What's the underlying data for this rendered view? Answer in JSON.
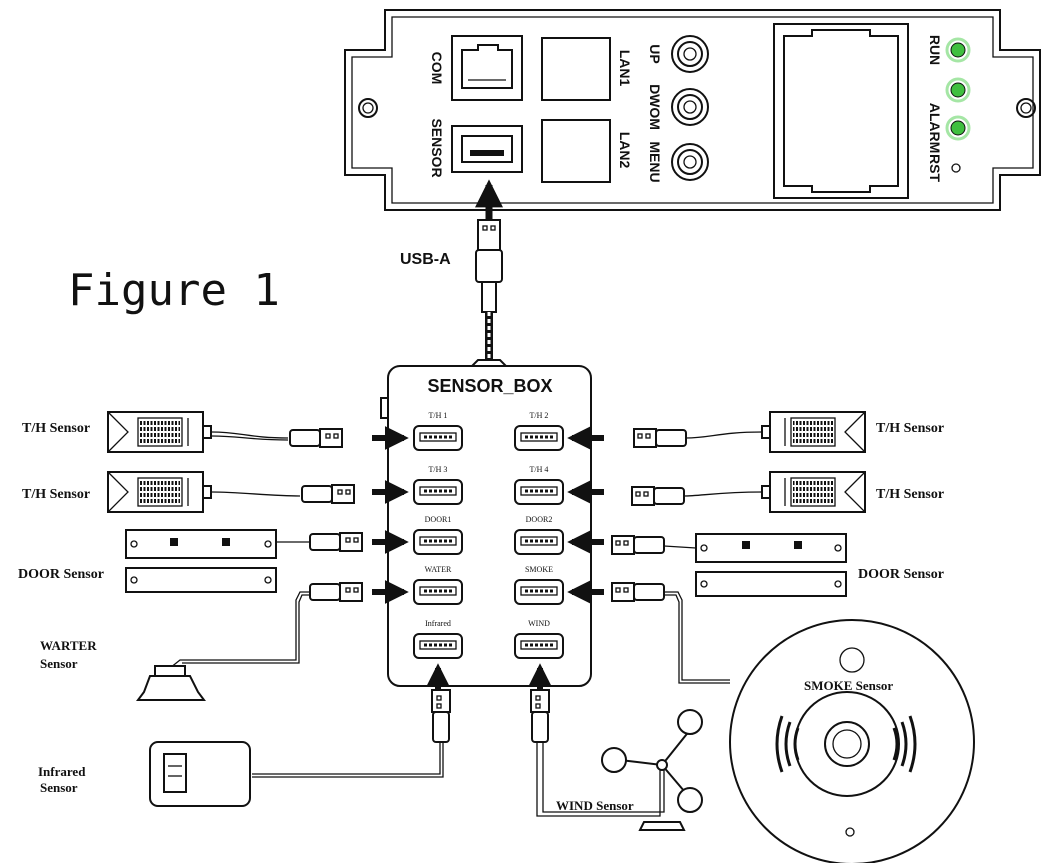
{
  "figure_title": "Figure 1",
  "device": {
    "com_label": "COM",
    "sensor_label": "SENSOR",
    "lan1_label": "LAN1",
    "lan2_label": "LAN2",
    "up_label": "UP",
    "down_label": "DWOM",
    "menu_label": "MENU",
    "run_label": "RUN",
    "alarm_label": "ALARM",
    "rst_label": "RST",
    "led_color": "#3fbf3f"
  },
  "connector": {
    "usb_label": "USB-A"
  },
  "sensor_box": {
    "title": "SENSOR_BOX",
    "ports": {
      "th1": "T/H 1",
      "th2": "T/H 2",
      "th3": "T/H 3",
      "th4": "T/H 4",
      "door1": "DOOR1",
      "door2": "DOOR2",
      "water": "WATER",
      "smoke": "SMOKE",
      "infrared": "Infrared",
      "wind": "WIND"
    }
  },
  "sensors": {
    "th_left_1": "T/H Sensor",
    "th_left_2": "T/H Sensor",
    "th_right_1": "T/H Sensor",
    "th_right_2": "T/H Sensor",
    "door_left": "DOOR  Sensor",
    "door_right": "DOOR  Sensor",
    "water_line1": "WARTER",
    "water_line2": "Sensor",
    "infrared_line1": "Infrared",
    "infrared_line2": "Sensor",
    "wind": "WIND  Sensor",
    "smoke": "SMOKE  Sensor"
  }
}
